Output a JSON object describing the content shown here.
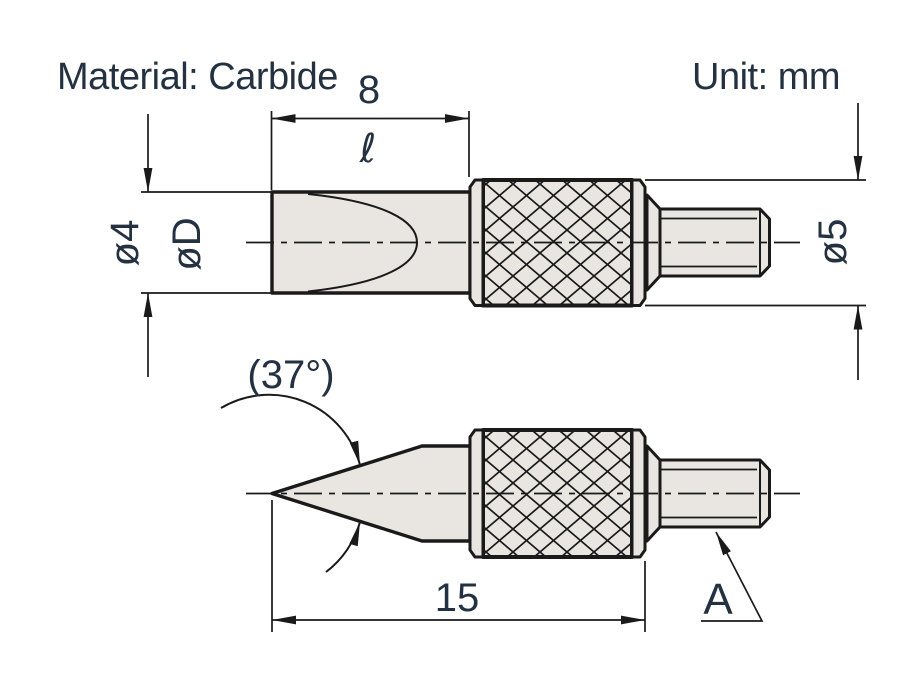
{
  "header": {
    "material_label": "Material: Carbide",
    "unit_label": "Unit: mm"
  },
  "top_view": {
    "name": "flat-contact-point",
    "tip_length_dim": "8",
    "tip_length_symbol": "ℓ",
    "tip_diameter_dim": "ø4",
    "tip_diameter_symbol": "øD",
    "body_diameter_dim": "ø5"
  },
  "bottom_view": {
    "name": "pointed-contact-point",
    "point_angle_dim": "(37°)",
    "overall_length_dim": "15",
    "thread_label": "A"
  },
  "colors": {
    "ink": "#1a1a1a",
    "text": "#243140",
    "part": "#e9e6e2",
    "bg": "#ffffff"
  }
}
